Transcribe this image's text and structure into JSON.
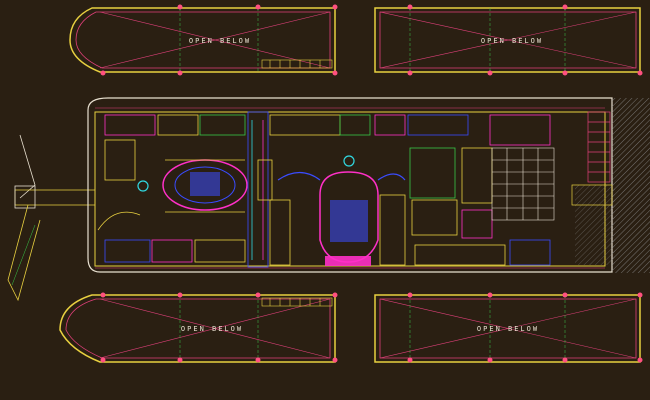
{
  "labels": {
    "open_below_top_left": "OPEN  BELOW",
    "open_below_top_right": "OPEN  BELOW",
    "open_below_bottom_left": "OPEN  BELOW",
    "open_below_bottom_right": "OPEN  BELOW"
  },
  "colors": {
    "background": "#2a1f12",
    "line_pink": "#e0407a",
    "line_yellow": "#e8d040",
    "line_green": "#38c848",
    "line_blue": "#3a4cff",
    "line_cyan": "#30d8e0",
    "line_white": "#e8e0d0",
    "line_magenta": "#ff30c8",
    "hatch_gray": "#8a8a8a"
  }
}
